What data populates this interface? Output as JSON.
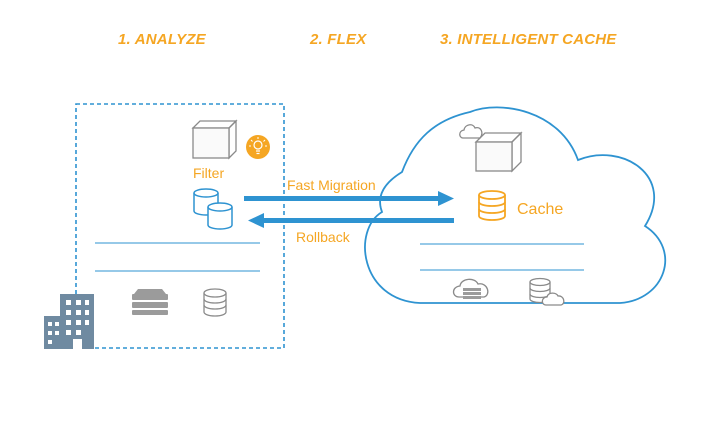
{
  "steps": [
    {
      "label": "1. ANALYZE"
    },
    {
      "label": "2. FLEX"
    },
    {
      "label": "3. INTELLIGENT CACHE"
    }
  ],
  "left_panel": {
    "filter_label": "Filter"
  },
  "arrows": {
    "forward_label": "Fast Migration",
    "back_label": "Rollback"
  },
  "cloud": {
    "cache_label": "Cache"
  },
  "colors": {
    "accent": "#f5a623",
    "blue": "#2e93d1",
    "gray": "#8a8a8a",
    "building": "#6f8aa1"
  },
  "icons": [
    "cube-icon",
    "lightbulb-icon",
    "database-stack-icon",
    "server-icon",
    "database-icon",
    "building-icon",
    "cloud-icon",
    "database-cloud-icon"
  ]
}
